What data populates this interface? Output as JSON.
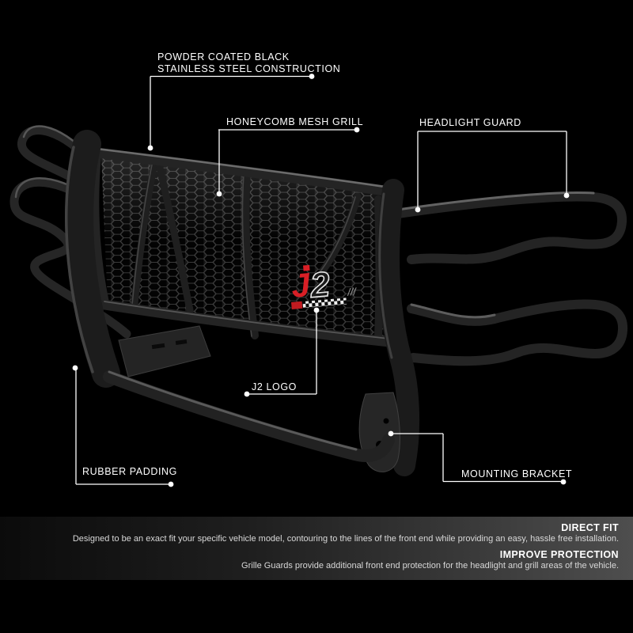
{
  "figure": {
    "callouts": {
      "construction_line1": "POWDER COATED BLACK",
      "construction_line2": "STAINLESS STEEL CONSTRUCTION",
      "mesh": "HONEYCOMB MESH GRILL",
      "headlight": "HEADLIGHT GUARD",
      "logo": "J2 LOGO",
      "rubber": "RUBBER PADDING",
      "bracket": "MOUNTING BRACKET"
    },
    "logo_badge": {
      "letter_j": "J",
      "letter_2": "2",
      "slashes": "///",
      "red": "#d81f26",
      "silver": "#e6e6e6"
    }
  },
  "footer": {
    "sections": [
      {
        "title": "DIRECT FIT",
        "description": "Designed to be an exact fit your specific vehicle model, contouring to the lines of the front end while providing an easy, hassle free installation."
      },
      {
        "title": "IMPROVE PROTECTION",
        "description": "Grille Guards provide additional front end protection for the headlight and grill areas of the vehicle."
      }
    ]
  },
  "colors": {
    "background": "#000000",
    "callout_line": "#ffffff",
    "band_left": "#0b0b0b",
    "band_right": "#4e4e4e"
  }
}
